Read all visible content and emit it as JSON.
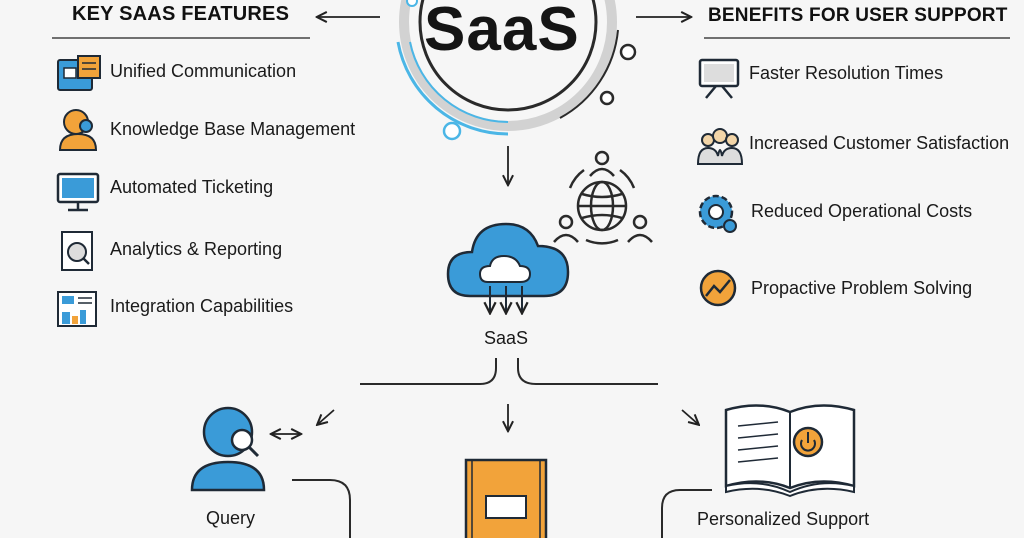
{
  "left_panel": {
    "heading": "KEY SAAS FEATURES",
    "items": [
      {
        "label": "Unified Communication",
        "icon": "communication-monitor-icon"
      },
      {
        "label": "Knowledge Base Management",
        "icon": "user-search-icon"
      },
      {
        "label": "Automated Ticketing",
        "icon": "ticket-monitor-icon"
      },
      {
        "label": "Analytics & Reporting",
        "icon": "analytics-icon"
      },
      {
        "label": "Integration Capabilities",
        "icon": "integration-dashboard-icon"
      }
    ]
  },
  "right_panel": {
    "heading": "BENEFITS FOR USER SUPPORT",
    "items": [
      {
        "label": "Faster Resolution Times",
        "icon": "fast-monitor-icon"
      },
      {
        "label": "Increased Customer Satisfaction",
        "icon": "customers-icon"
      },
      {
        "label": "Reduced Operational Costs",
        "icon": "gear-cost-icon"
      },
      {
        "label": "Propactive Problem Solving",
        "icon": "trend-circle-icon"
      }
    ]
  },
  "center": {
    "hub_title": "SaaS",
    "cloud_label": "SaaS"
  },
  "bottom": {
    "query_label": "Query",
    "support_label": "Personalized Support"
  },
  "colors": {
    "blue": "#3a9bd8",
    "orange": "#f2a33a",
    "dark": "#1f2a36",
    "teal_ring": "#4bb6e6"
  }
}
